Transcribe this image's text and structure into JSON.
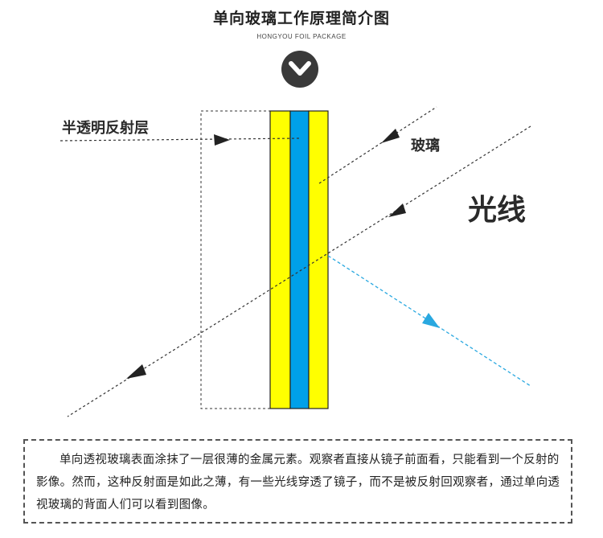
{
  "header": {
    "title": "单向玻璃工作原理简介图",
    "subtitle": "HONGYOU FOIL PACKAGE",
    "down_icon": "chevron-down-icon"
  },
  "diagram": {
    "labels": {
      "reflective_layer": "半透明反射层",
      "glass": "玻璃",
      "light": "光线"
    },
    "colors": {
      "glass_layer": "#ffff00",
      "reflective_layer": "#00a0e9",
      "reflected_ray": "#29a8e0",
      "ray": "#222222"
    }
  },
  "description": {
    "text": "单向透视玻璃表面涂抹了一层很薄的金属元素。观察者直接从镜子前面看，只能看到一个反射的影像。然而，这种反射面是如此之薄，有一些光线穿透了镜子，而不是被反射回观察者，通过单向透视玻璃的背面人们可以看到图像。"
  }
}
